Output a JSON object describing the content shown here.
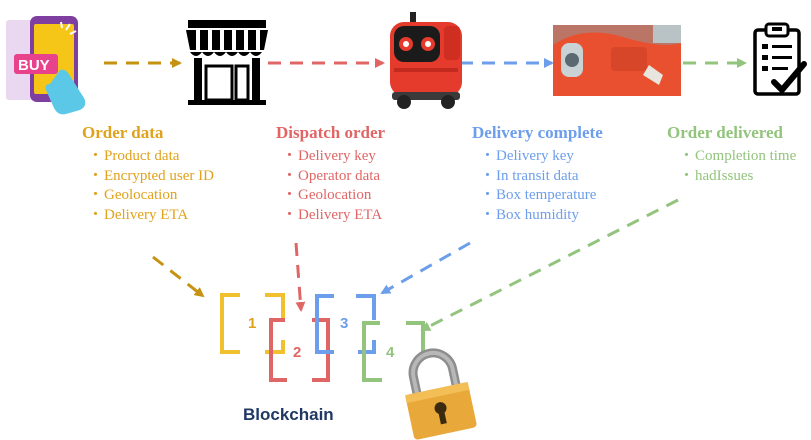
{
  "steps": [
    {
      "key": "order",
      "title": "Order data",
      "color": "#E0A21A",
      "items": [
        "Product data",
        "Encrypted user ID",
        "Geolocation",
        "Delivery ETA"
      ],
      "icon": "phone-buy-icon",
      "icon_text": "BUY",
      "block_number": "1"
    },
    {
      "key": "dispatch",
      "title": "Dispatch order",
      "color": "#E06666",
      "items": [
        "Delivery key",
        "Operator data",
        "Geolocation",
        "Delivery ETA"
      ],
      "icon": "storefront-icon",
      "block_number": "2"
    },
    {
      "key": "complete",
      "title": "Delivery complete",
      "color": "#6D9EEB",
      "items": [
        "Delivery key",
        "In transit data",
        "Box temperature",
        "Box humidity"
      ],
      "icon": "delivery-robot-closeup-icon",
      "block_number": "3"
    },
    {
      "key": "delivered",
      "title": "Order delivered",
      "color": "#93C47D",
      "items": [
        "Completion time",
        "hadIssues"
      ],
      "icon": "clipboard-check-icon",
      "block_number": "4"
    }
  ],
  "robot_icon": "delivery-robot-icon",
  "lock_icon": "padlock-icon",
  "blockchain": {
    "title": "Blockchain",
    "title_color": "#1F3864"
  }
}
